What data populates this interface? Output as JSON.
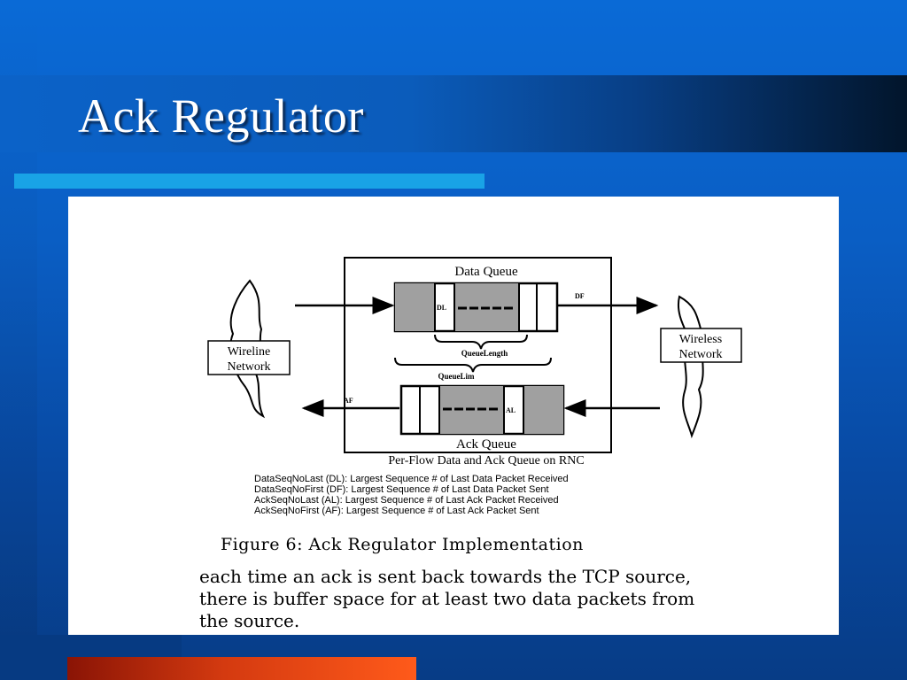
{
  "slide": {
    "title": "Ack Regulator"
  },
  "diagram": {
    "data_queue_label": "Data Queue",
    "ack_queue_label": "Ack Queue",
    "wireline_network": [
      "Wireline",
      "Network"
    ],
    "wireless_network": [
      "Wireless",
      "Network"
    ],
    "df_label": "DF",
    "af_label": "AF",
    "dl_label": "DL",
    "al_label": "AL",
    "queue_length_label": "QueueLength",
    "queue_lim_label": "QueueLim",
    "caption": "Per-Flow Data and Ack Queue on RNC",
    "legend": [
      "DataSeqNoLast (DL): Largest Sequence # of Last Data Packet Received",
      "DataSeqNoFirst (DF): Largest Sequence # of Last Data Packet Sent",
      "AckSeqNoLast (AL): Largest Sequence # of Last Ack Packet Received",
      "AckSeqNoFirst (AF): Largest Sequence # of Last Ack Packet Sent"
    ],
    "figure_caption": "Figure 6:  Ack Regulator Implementation",
    "body_lines": [
      "each time an ack is sent back towards the TCP source,",
      "there is buffer space for at least two data packets from",
      "the source."
    ]
  },
  "colors": {
    "background": "#0a5ec4",
    "accent_bar": "#19a3e6",
    "bottom_bar": "#ff5a1a",
    "queue_fill": "#a0a0a0"
  }
}
